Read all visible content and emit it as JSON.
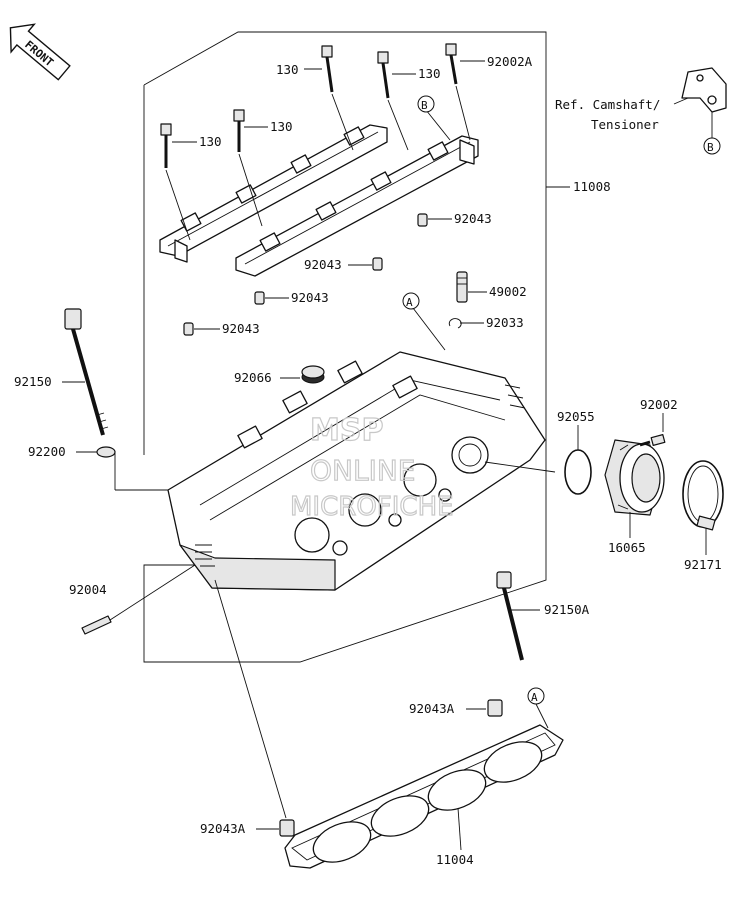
{
  "front_arrow": {
    "text": "FRONT"
  },
  "bracket": {
    "ref_line1": "Ref. Camshaft/",
    "ref_line2": "Tensioner"
  },
  "callouts": {
    "A": "A",
    "B": "B"
  },
  "watermark": {
    "line1": "MSP",
    "line2": "ONLINE",
    "line3": "MICROFICHE"
  },
  "labels": {
    "bolt_130_a": "130",
    "bolt_130_b": "130",
    "bolt_130_c": "130",
    "bolt_130_d": "130",
    "p92002A": "92002A",
    "p11008": "11008",
    "p92043_a": "92043",
    "p92043_b": "92043",
    "p92043_c": "92043",
    "p92043_d": "92043",
    "p49002": "49002",
    "p92033": "92033",
    "p92150": "92150",
    "p92066": "92066",
    "p92200": "92200",
    "p92055": "92055",
    "p92002": "92002",
    "p16065": "16065",
    "p92171": "92171",
    "p92004": "92004",
    "p92150A": "92150A",
    "p92043A_a": "92043A",
    "p92043A_b": "92043A",
    "p11004": "11004"
  }
}
